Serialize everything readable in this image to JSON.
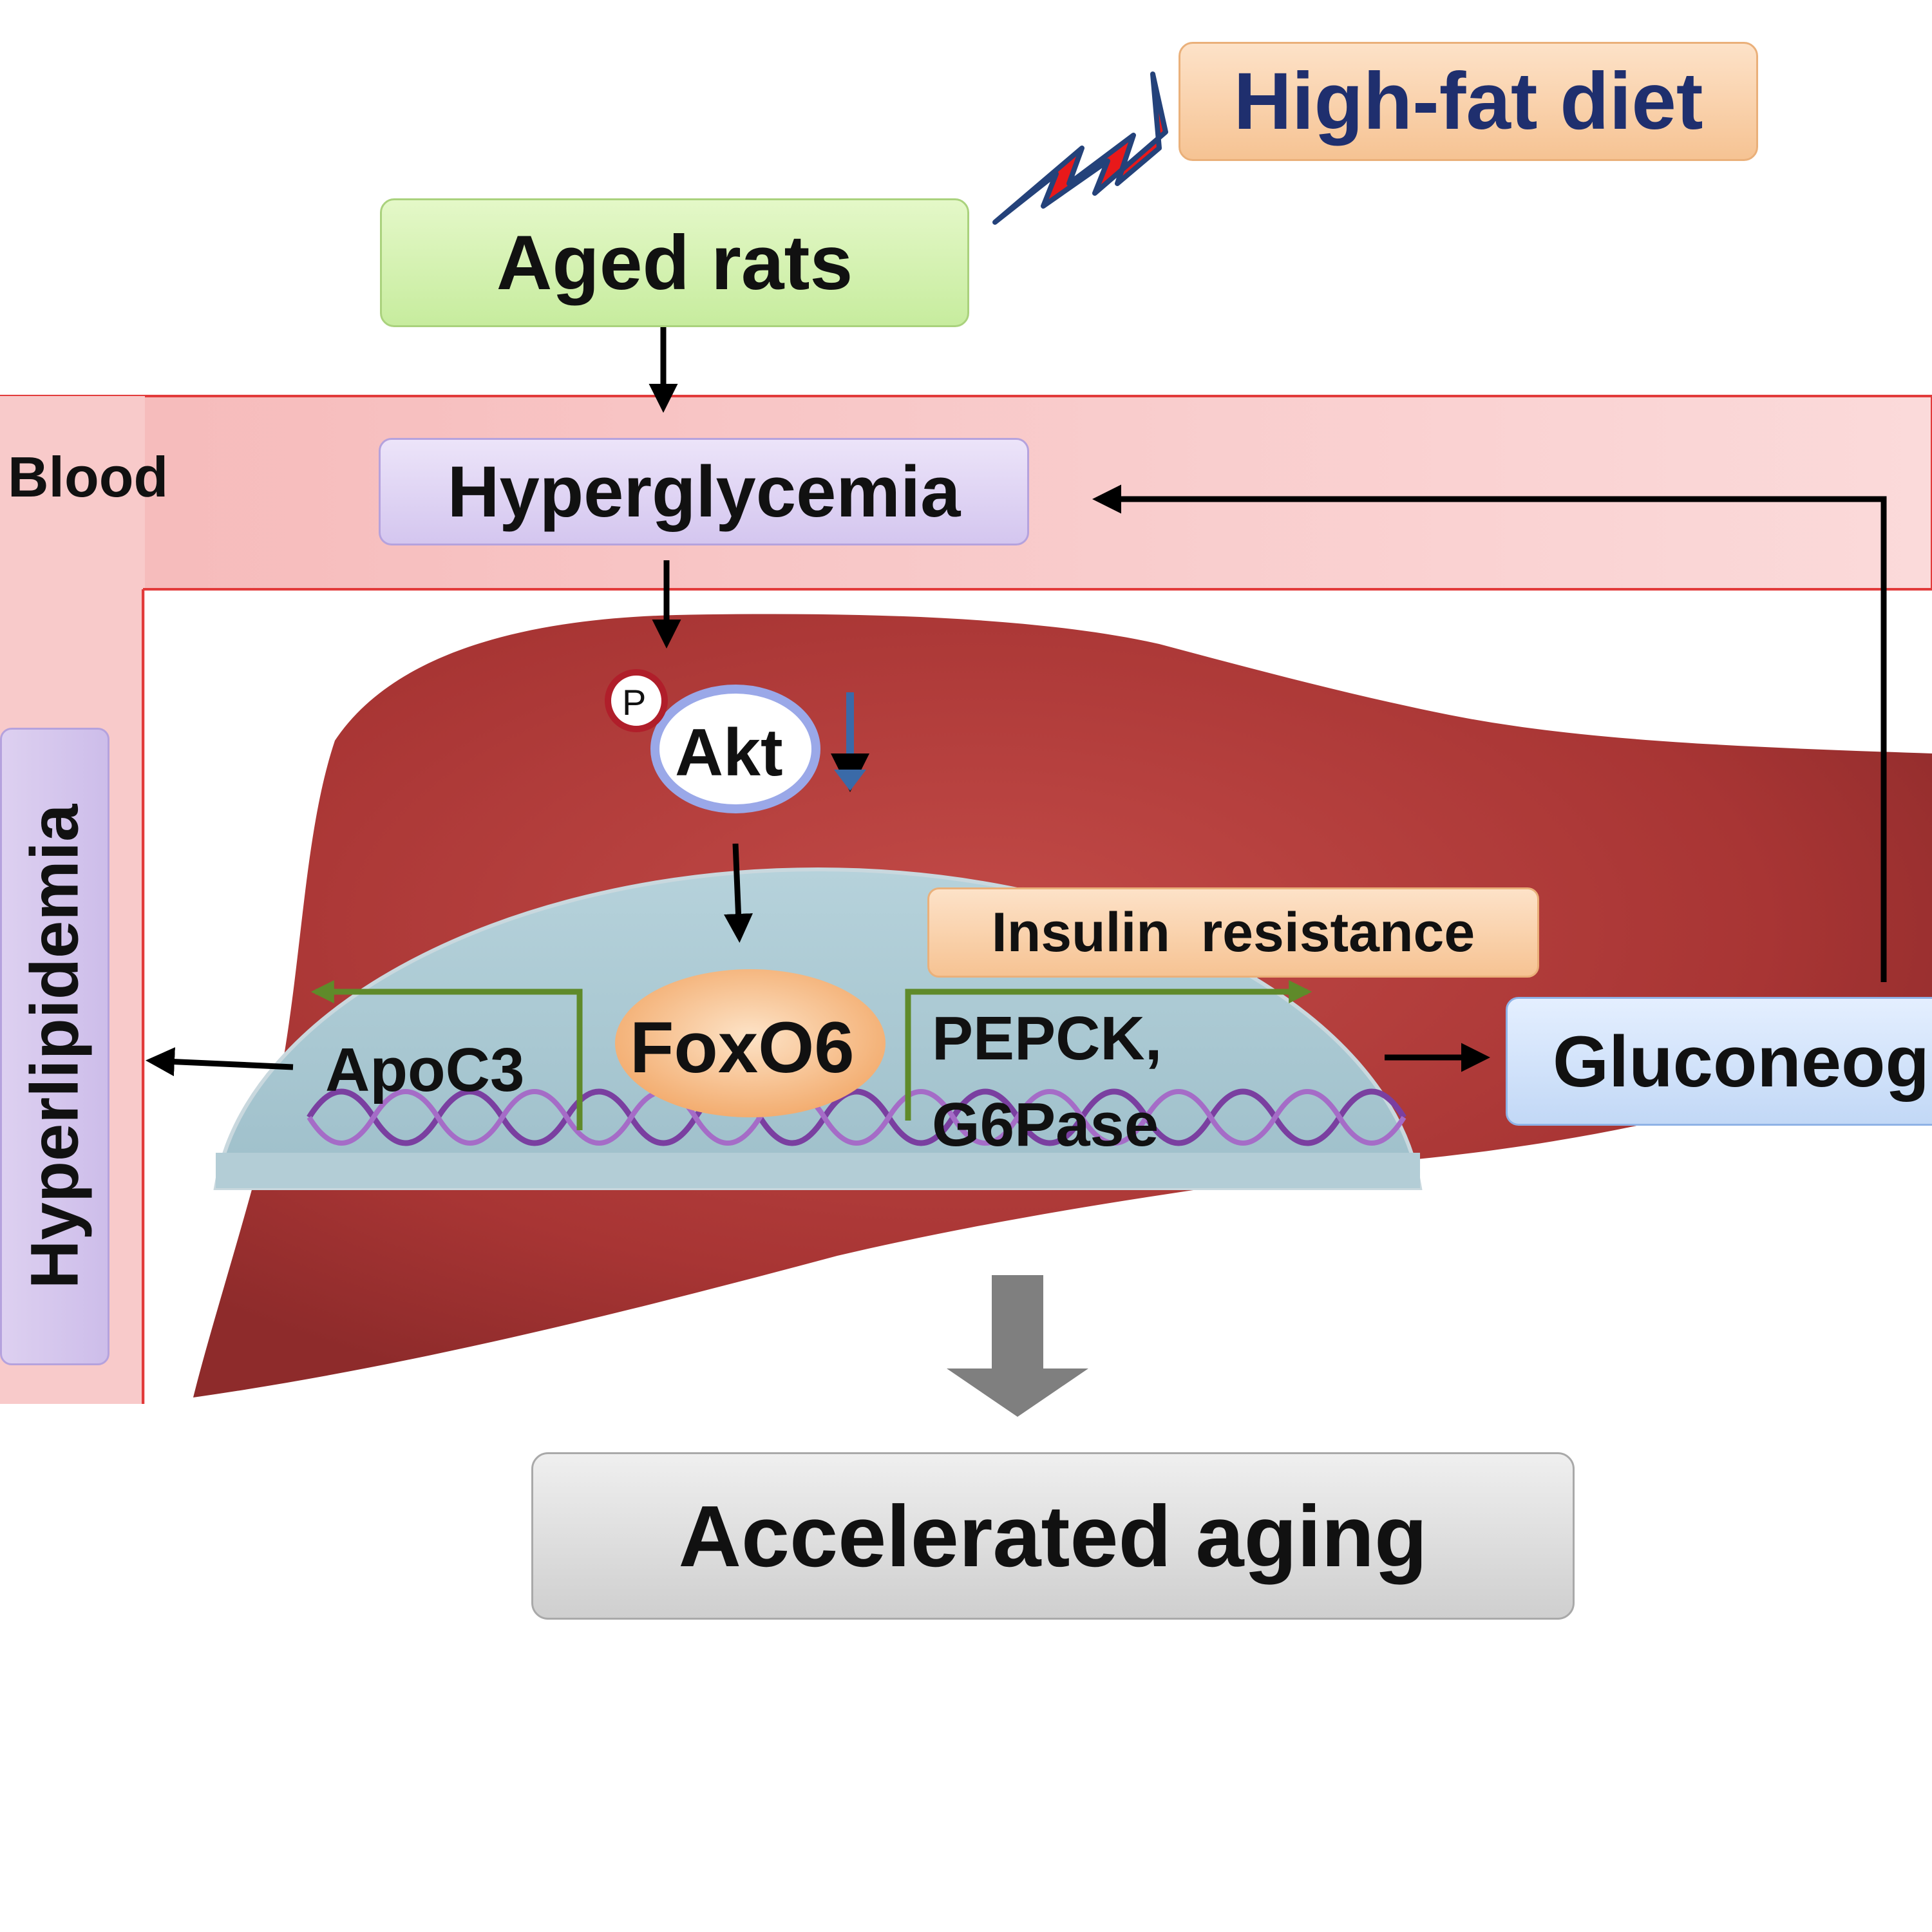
{
  "labels": {
    "high_fat_diet": "High-fat diet",
    "aged_rats": "Aged rats",
    "blood": "Blood",
    "hyperglycemia": "Hyperglycemia",
    "phospho": "P",
    "akt": "Akt",
    "foxo6": "FoxO6",
    "insulin_resistance": "Insulin  resistance",
    "apoc3": "ApoC3",
    "pepck_line1": "PEPCK,",
    "pepck_line2": "G6Pase",
    "gluconeogenesis": "Gluconeog",
    "hyperlipidemia": "Hyperlipidemia",
    "accelerated_aging": "Accelerated aging"
  },
  "colors": {
    "blood_band": "#f8c9c9",
    "liver": "#b03c3c",
    "nucleus": "#a9c8d2",
    "green_box": "#d6f3b0",
    "purple_box": "#ddd0f0",
    "orange_box": "#f7c89b",
    "blue_box": "#cfe0f8",
    "gray_box": "#d5d5d5",
    "title_blue": "#1f2f6e",
    "dna": "#7a3fa0",
    "promoter_arrow": "#5f8a2a",
    "down_arrow_blue": "#3a6aa8"
  }
}
